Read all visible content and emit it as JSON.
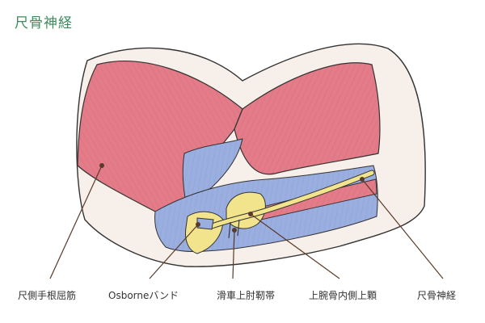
{
  "title": "尺骨神経",
  "labels": {
    "fcu": "尺側手根屈筋",
    "osborne": "Osborneバンド",
    "trochlear": "滑車上肘靭帯",
    "epicondyle": "上腕骨内側上顆",
    "ulnar_nerve": "尺骨神経"
  },
  "colors": {
    "title": "#3f8a5d",
    "skin": "#f7efe9",
    "muscle": "#e37b88",
    "tendon": "#9aaee0",
    "nerve": "#f2e48c",
    "leader": "#5a3a28"
  }
}
